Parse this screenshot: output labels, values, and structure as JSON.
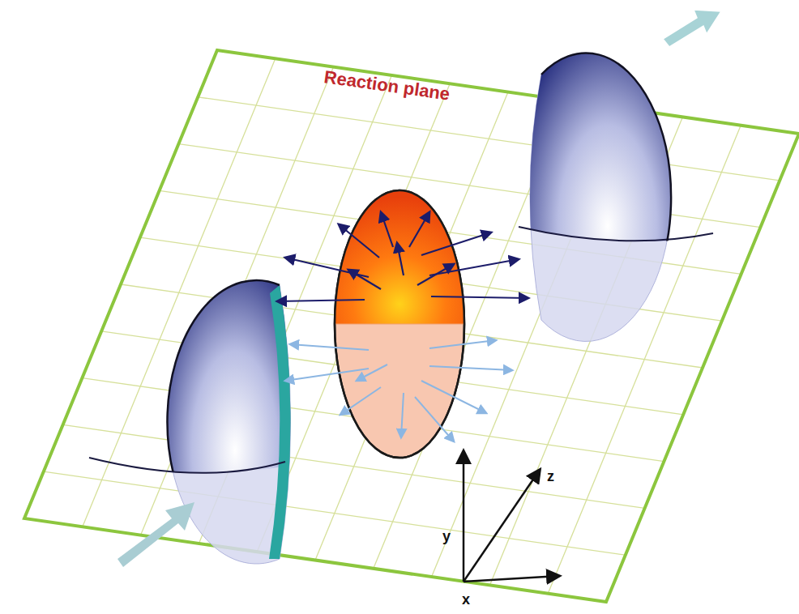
{
  "diagram": {
    "labels": [
      "Reaction plane",
      "y",
      "z",
      "x"
    ]
  }
}
